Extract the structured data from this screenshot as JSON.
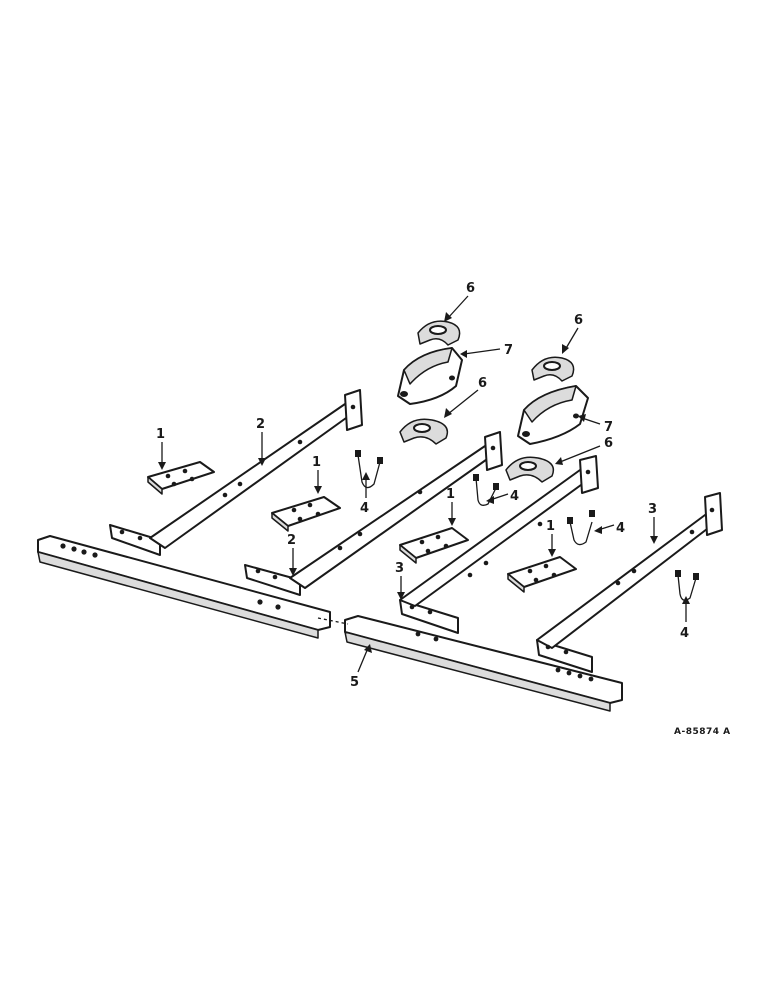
{
  "diagram": {
    "callouts": [
      "1",
      "1",
      "1",
      "1",
      "2",
      "2",
      "3",
      "3",
      "4",
      "4",
      "4",
      "4",
      "5",
      "6",
      "6",
      "6",
      "6",
      "7",
      "7"
    ],
    "figure_ref": "A-85874 A"
  }
}
